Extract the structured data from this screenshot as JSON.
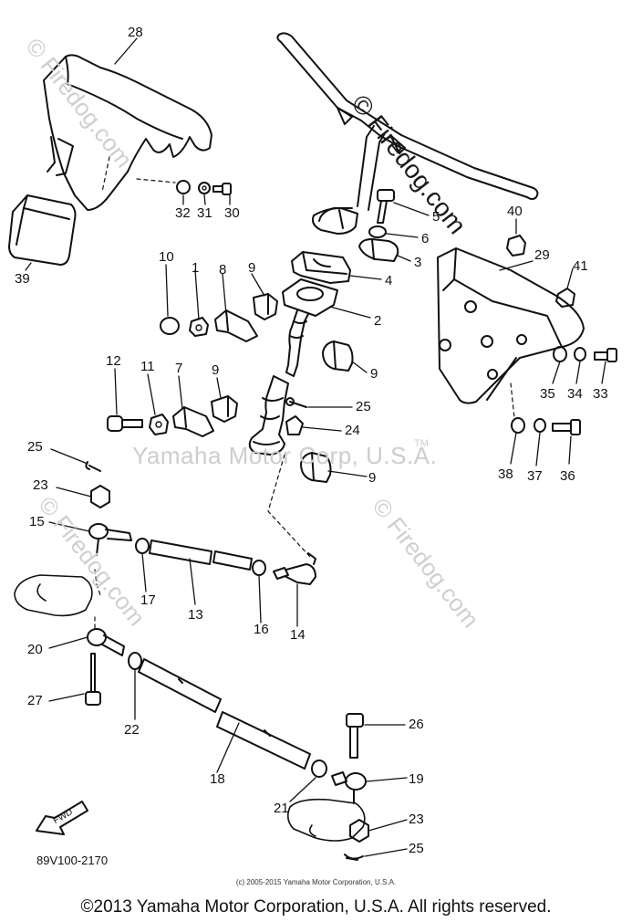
{
  "callouts": [
    "28",
    "32",
    "31",
    "30",
    "39",
    "5",
    "6",
    "3",
    "4",
    "2",
    "40",
    "29",
    "41",
    "10",
    "1",
    "8",
    "9",
    "35",
    "34",
    "33",
    "12",
    "11",
    "7",
    "25",
    "24",
    "38",
    "37",
    "36",
    "23",
    "15",
    "17",
    "13",
    "16",
    "14",
    "20",
    "27",
    "22",
    "18",
    "26",
    "19",
    "21"
  ],
  "callout_9": "9",
  "callout_25": "25",
  "callout_23": "23",
  "watermarks": {
    "firedog": "© Firedog.com",
    "yamaha": "Yamaha Motor Corp, U.S.A.",
    "tm": "TM"
  },
  "fwd_label": "FWD",
  "diagram_code": "89V100-2170",
  "small_copyright": "(c) 2005-2015 Yamaha Motor Corporation, U.S.A.",
  "copyright": "©2013 Yamaha Motor Corporation, U.S.A. All rights reserved."
}
